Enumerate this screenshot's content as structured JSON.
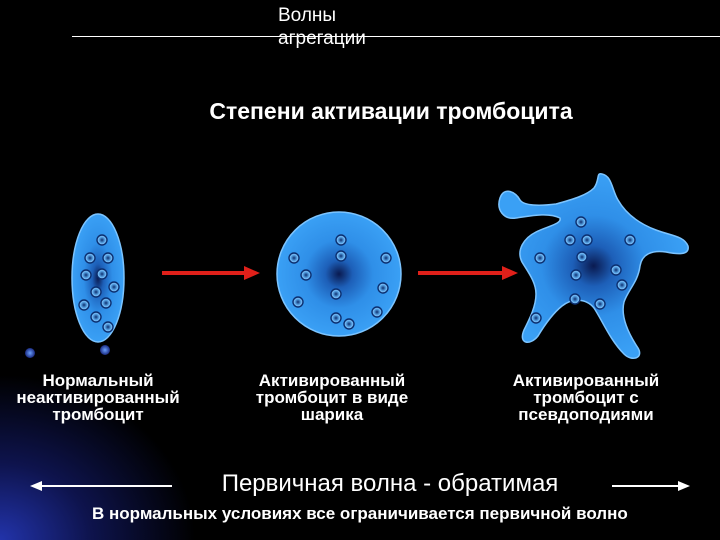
{
  "header": {
    "title": "Волны агрегации"
  },
  "main": {
    "title": "Степени активации тромбоцита"
  },
  "stages": [
    {
      "caption": "Нормальный\nнеактивированный\nтромбоцит"
    },
    {
      "caption": "Активированный\nтромбоцит в виде\nшарика"
    },
    {
      "caption": "Активированный\nтромбоцит с\nпсевдоподиями"
    }
  ],
  "wave": {
    "label": "Первичная волна - обратимая"
  },
  "footer": {
    "text": "В нормальных условиях все ограничивается первичной волно"
  },
  "colors": {
    "background": "#000000",
    "cell_fill": "#2f8fe8",
    "cell_center": "#0a1a50",
    "arrow": "#e0201a",
    "text": "#ffffff"
  }
}
